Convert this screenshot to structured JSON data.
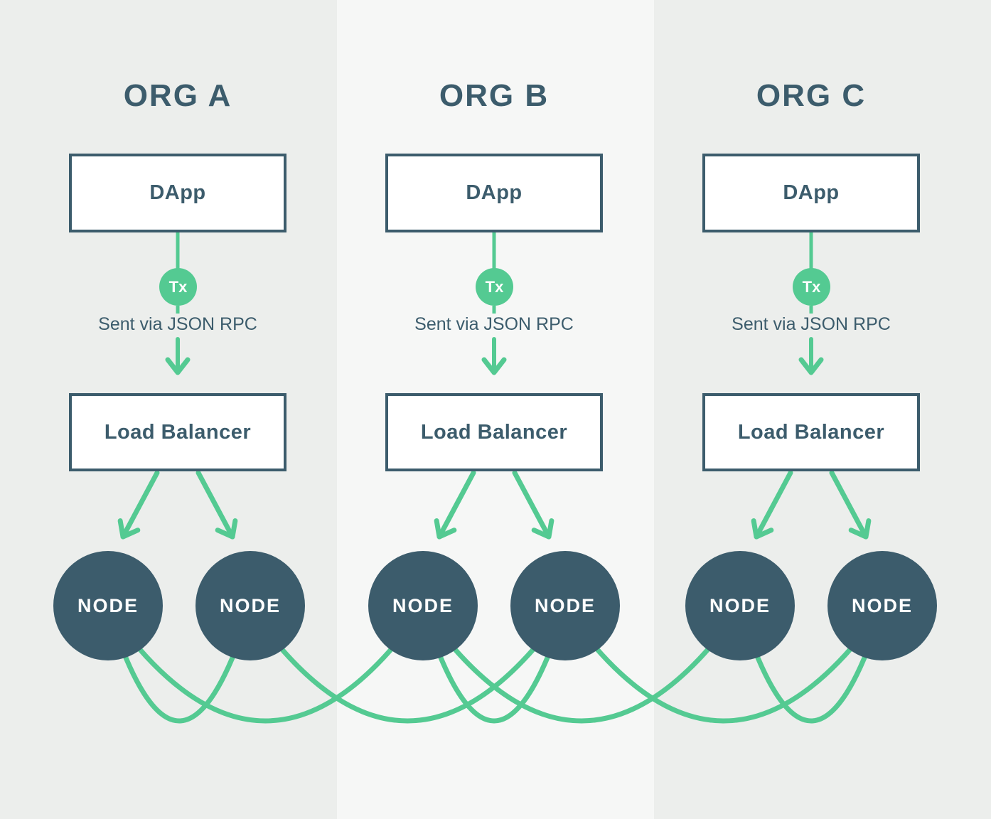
{
  "diagram": {
    "title_note": "",
    "colors": {
      "background": "#ECEEEC",
      "middle_band": "#F6F7F6",
      "dark_slate": "#3C5C6C",
      "green": "#54CA92",
      "box_fill": "#FFFFFF",
      "label_on_dark": "#FFFFFF"
    },
    "orgs": [
      {
        "name": "ORG A",
        "dapp_label": "DApp",
        "tx_label": "Tx",
        "caption": "Sent via JSON RPC",
        "load_balancer_label": "Load Balancer",
        "nodes": [
          "NODE",
          "NODE"
        ]
      },
      {
        "name": "ORG B",
        "dapp_label": "DApp",
        "tx_label": "Tx",
        "caption": "Sent via JSON RPC",
        "load_balancer_label": "Load Balancer",
        "nodes": [
          "NODE",
          "NODE"
        ]
      },
      {
        "name": "ORG C",
        "dapp_label": "DApp",
        "tx_label": "Tx",
        "caption": "Sent via JSON RPC",
        "load_balancer_label": "Load Balancer",
        "nodes": [
          "NODE",
          "NODE"
        ]
      }
    ],
    "connections": {
      "mesh_links": [
        "A1-A2",
        "A1-B1",
        "A2-B2",
        "B1-B2",
        "B1-C1",
        "B2-C2",
        "C1-C2"
      ],
      "flow": "DApp -> Tx -> Load Balancer -> Nodes"
    }
  }
}
